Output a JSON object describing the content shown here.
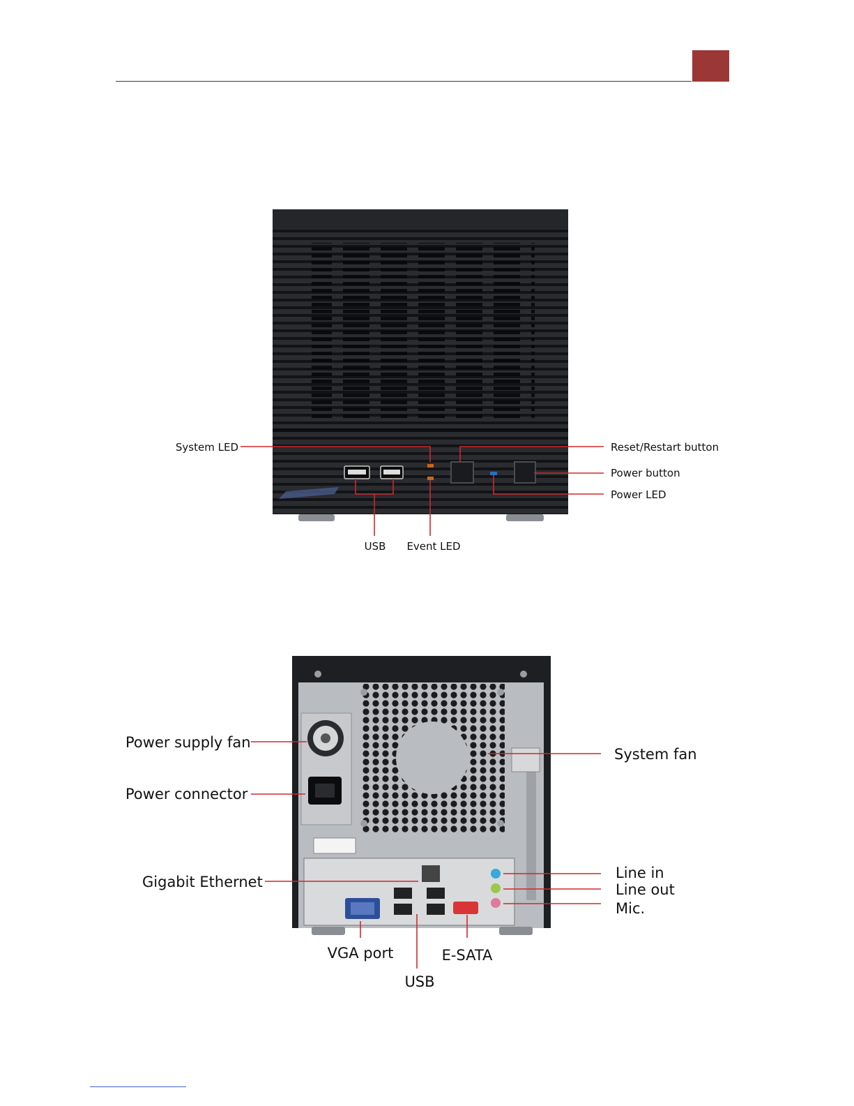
{
  "page": {
    "accent_color": "#9b3836"
  },
  "front_panel": {
    "labels": {
      "system_led": "System LED",
      "reset_button": "Reset/Restart button",
      "power_button": "Power button",
      "power_led": "Power LED",
      "usb": "USB",
      "event_led": "Event LED"
    }
  },
  "rear_panel": {
    "labels": {
      "power_supply_fan": "Power supply fan",
      "power_connector": "Power connector",
      "system_fan": "System fan",
      "gigabit_ethernet": "Gigabit Ethernet",
      "line_in": "Line in",
      "line_out": "Line out",
      "mic": "Mic.",
      "vga_port": "VGA port",
      "e_sata": "E-SATA",
      "usb": "USB"
    }
  },
  "colors": {
    "callout_line": "#d0282a",
    "chassis_black": "#1d1f22",
    "chassis_steel": "#b9bcc0"
  }
}
